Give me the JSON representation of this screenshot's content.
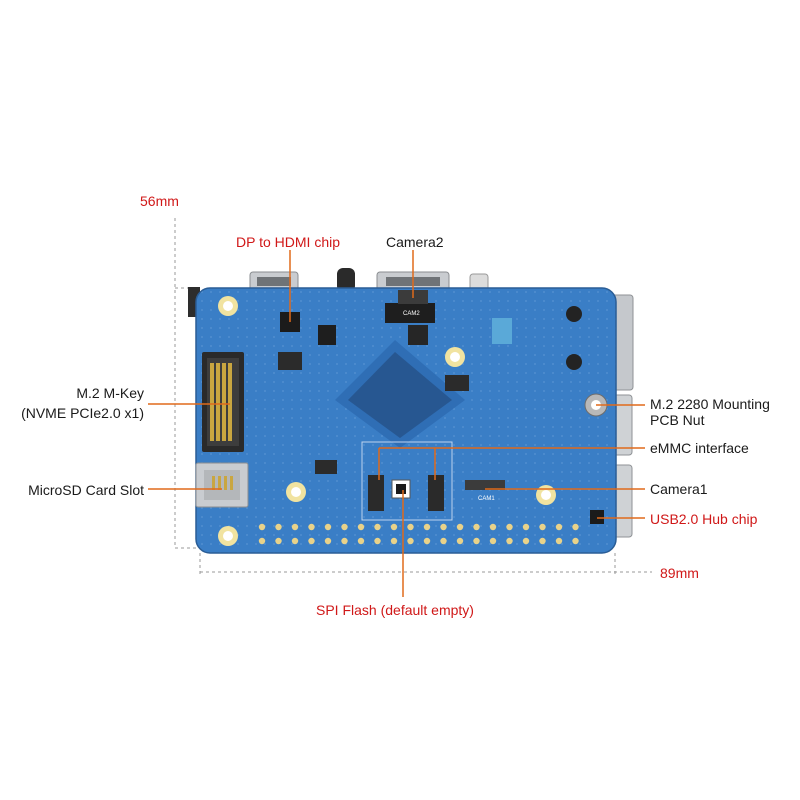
{
  "dimensions": {
    "height": "56mm",
    "width": "89mm"
  },
  "labels": {
    "dp_hdmi": "DP to HDMI chip",
    "camera2": "Camera2",
    "m2_key_line1": "M.2 M-Key",
    "m2_key_line2": "(NVME PCIe2.0 x1)",
    "microsd": "MicroSD Card Slot",
    "m2_nut_line1": "M.2 2280 Mounting",
    "m2_nut_line2": "PCB Nut",
    "emmc": "eMMC interface",
    "camera1": "Camera1",
    "usb_hub": "USB2.0 Hub chip",
    "spi_flash": "SPI Flash (default empty)"
  },
  "silkscreen": {
    "cam2": "CAM2",
    "cam1": "CAM1"
  },
  "colors": {
    "board": "#3a7ec6",
    "callout": "#e06a1b",
    "highlight_text": "#d01818",
    "dimension_line": "#9a9a9a"
  }
}
